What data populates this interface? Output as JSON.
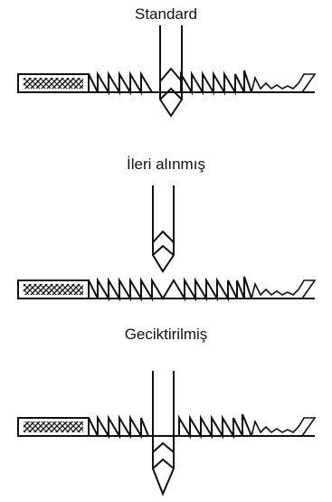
{
  "panels": [
    {
      "label": "Standard"
    },
    {
      "label": "İleri alınmış"
    },
    {
      "label": "Geciktirilmiş"
    }
  ],
  "colors": {
    "ink": "#111111",
    "background": "#ffffff"
  }
}
